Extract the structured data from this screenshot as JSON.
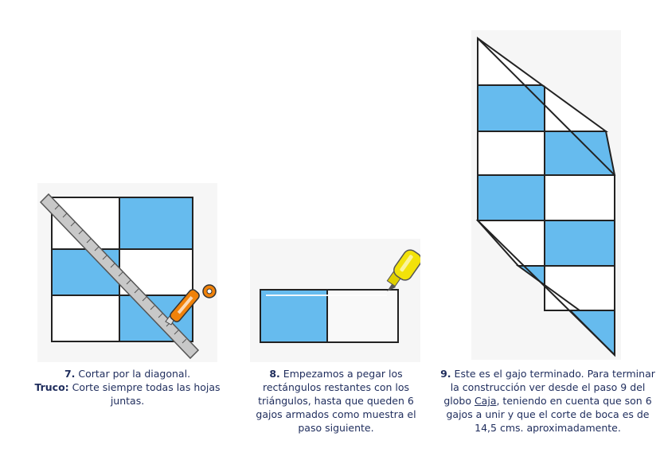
{
  "colors": {
    "blue": "#66bbee",
    "outline": "#222222",
    "panel_bg": "#f6f6f6",
    "caption_text": "#1e2c5c",
    "glue_yellow": "#f2e20a",
    "cutter_orange": "#f0820a"
  },
  "steps": [
    {
      "number": "7.",
      "text": "Cortar por la diagonal.",
      "tip_label": "Truco:",
      "tip_text": "Corte siempre todas las hojas juntas.",
      "icons": [
        "ruler-icon",
        "cutter-icon"
      ]
    },
    {
      "number": "8.",
      "text": "Empezamos a pegar los rectángulos restantes con los triángulos, hasta que queden 6 gajos armados como muestra el paso siguiente.",
      "icons": [
        "glue-bottle-icon"
      ]
    },
    {
      "number": "9.",
      "text_before": "Este es el gajo terminado. Para terminar la construcción ver desde el paso 9 del globo",
      "link_text": "Caja",
      "text_after": ", teniendo en cuenta que son 6 gajos a unir y que el corte de boca es de 14,5 cms. aproximadamente."
    }
  ]
}
